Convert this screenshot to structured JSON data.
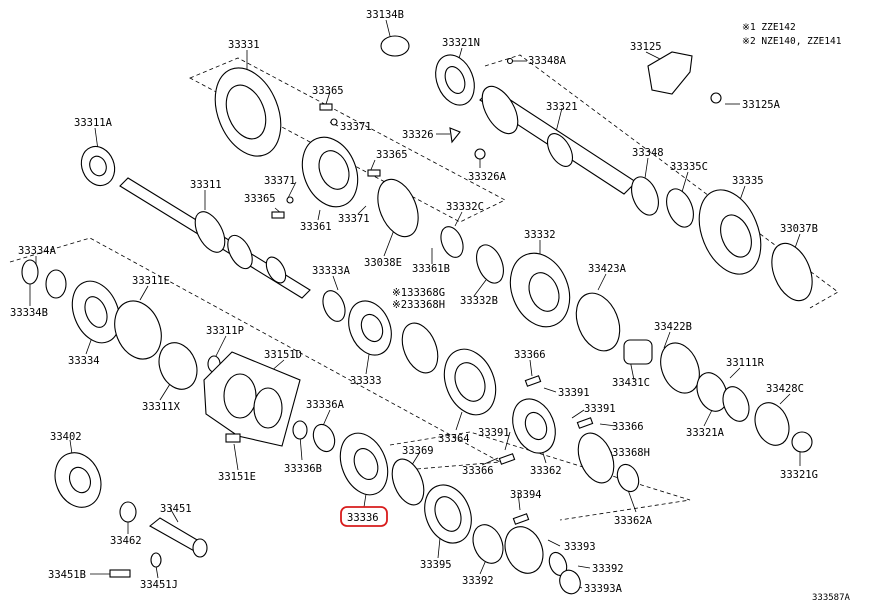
{
  "notes": [
    "※1 ZZE142",
    "※2 NZE140, ZZE141"
  ],
  "figure_id": "333587A",
  "highlight": {
    "label": "33336",
    "color": "#d81c1c"
  },
  "labels": [
    "33134B",
    "33321N",
    "33348A",
    "33125",
    "33331",
    "33125A",
    "33365",
    "33371",
    "33321",
    "33311A",
    "33326",
    "33365",
    "33311",
    "33371",
    "33326A",
    "33348",
    "33335",
    "33335C",
    "33365",
    "33371",
    "33361",
    "33038E",
    "33332C",
    "33332",
    "33037B",
    "33334A",
    "33311E",
    "33333A",
    "33361B",
    "33332B",
    "33423A",
    "※133368G",
    "※233368H",
    "33334B",
    "33311P",
    "33334",
    "33151D",
    "33366",
    "33422B",
    "33391",
    "33333",
    "33431C",
    "33111R",
    "33311X",
    "33336A",
    "33391",
    "33366",
    "33428C",
    "33402",
    "33364",
    "33321A",
    "33391",
    "33151E",
    "33336B",
    "33369",
    "33368H",
    "33366",
    "33362",
    "33321G",
    "33394",
    "33451",
    "33362A",
    "33462",
    "33336",
    "33395",
    "33393",
    "33392",
    "33451B",
    "33392",
    "33451J",
    "33393A"
  ]
}
